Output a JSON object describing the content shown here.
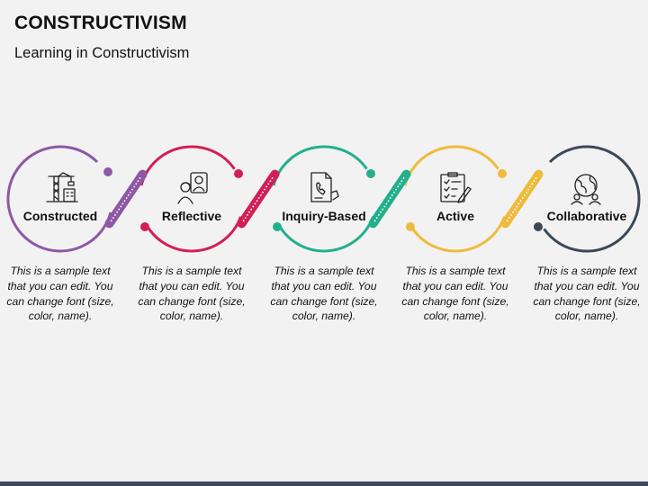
{
  "header": {
    "title": "CONSTRUCTIVISM",
    "subtitle": "Learning in Constructivism"
  },
  "stages": [
    {
      "label": "Constructed",
      "description": "This is a sample text that you can edit. You can change font (size, color, name).",
      "color": "#8e58a4",
      "icon": "crane-building-icon"
    },
    {
      "label": "Reflective",
      "description": "This is a sample text that you can edit. You can change font (size, color, name).",
      "color": "#d21f55",
      "icon": "people-mirror-icon"
    },
    {
      "label": "Inquiry-Based",
      "description": "This is a sample text that you can edit. You can change font (size, color, name).",
      "color": "#22b08c",
      "icon": "document-phone-icon"
    },
    {
      "label": "Active",
      "description": "This is a sample text that you can edit. You can change font (size, color, name).",
      "color": "#efbb3d",
      "icon": "checklist-pen-icon"
    },
    {
      "label": "Collaborative",
      "description": "This is a sample text that you can edit. You can change font (size, color, name).",
      "color": "#3c4858",
      "icon": "globe-people-icon"
    }
  ]
}
